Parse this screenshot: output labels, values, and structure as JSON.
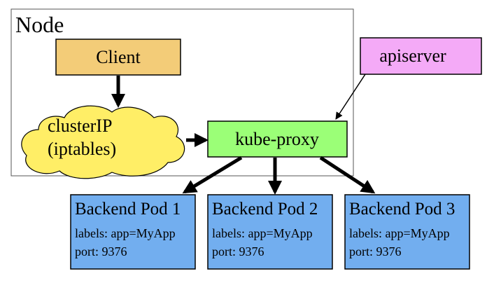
{
  "node": {
    "title": "Node"
  },
  "client": {
    "label": "Client",
    "color": "#f3cc78"
  },
  "cluster_ip": {
    "line1": "clusterIP",
    "line2": "(iptables)",
    "color": "#ffee66"
  },
  "kube_proxy": {
    "label": "kube-proxy",
    "color": "#9bff77"
  },
  "apiserver": {
    "label": "apiserver",
    "color": "#f4aaf7"
  },
  "pods": [
    {
      "title": "Backend Pod 1",
      "labels": "labels: app=MyApp",
      "port": "port: 9376"
    },
    {
      "title": "Backend Pod 2",
      "labels": "labels: app=MyApp",
      "port": "port: 9376"
    },
    {
      "title": "Backend Pod 3",
      "labels": "labels: app=MyApp",
      "port": "port: 9376"
    }
  ],
  "pod_color": "#72aeef"
}
